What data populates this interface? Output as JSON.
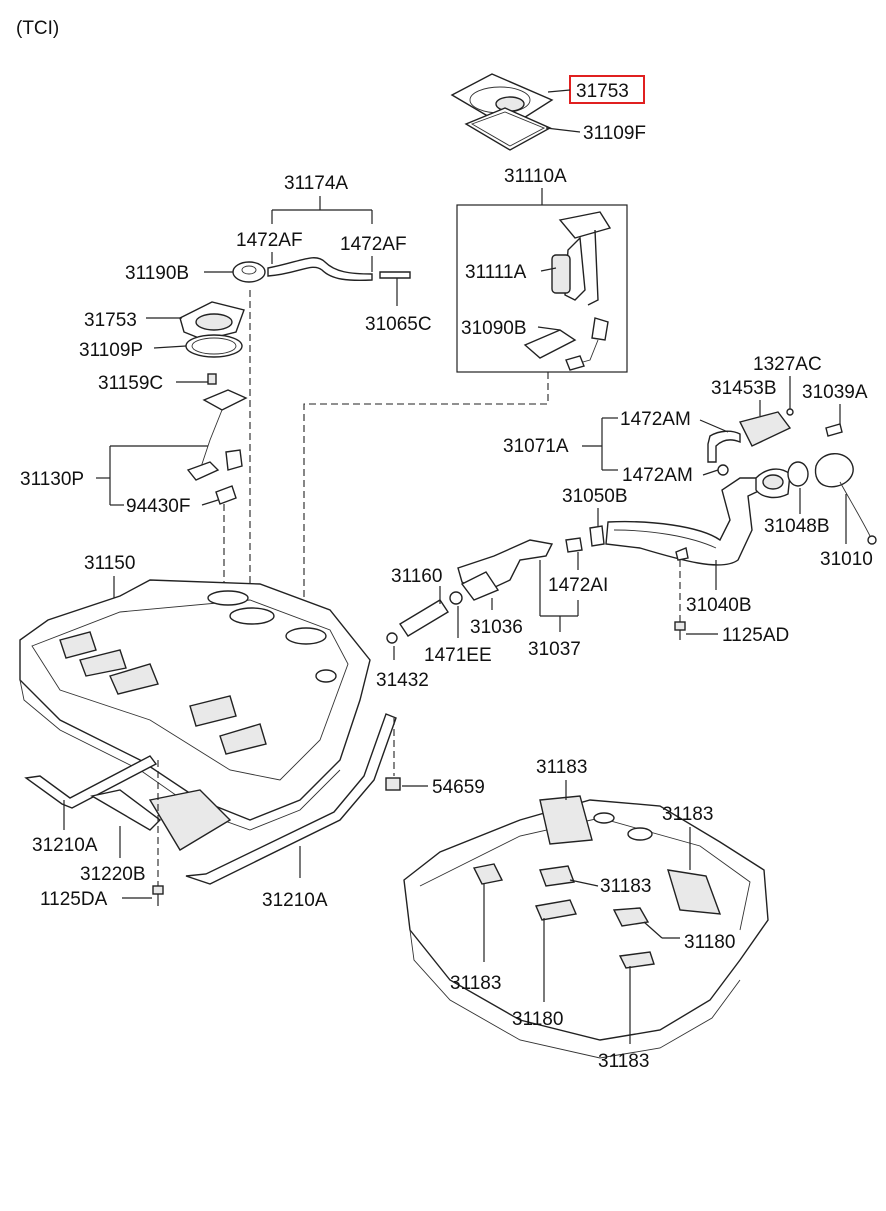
{
  "header": {
    "variant": "(TCI)"
  },
  "highlight_color": "#e02020",
  "parts": {
    "p31753_top": "31753",
    "p31109F": "31109F",
    "p31110A": "31110A",
    "p31111A": "31111A",
    "p31090B": "31090B",
    "p31174A": "31174A",
    "p1472AF_left": "1472AF",
    "p1472AF_right": "1472AF",
    "p31190B": "31190B",
    "p31065C": "31065C",
    "p31753_left": "31753",
    "p31109P": "31109P",
    "p31159C": "31159C",
    "p31130P": "31130P",
    "p94430F": "94430F",
    "p1327AC": "1327AC",
    "p31453B": "31453B",
    "p31039A": "31039A",
    "p1472AM_top": "1472AM",
    "p1472AM_bottom": "1472AM",
    "p31071A": "31071A",
    "p31050B": "31050B",
    "p31048B": "31048B",
    "p31010": "31010",
    "p31150": "31150",
    "p31160": "31160",
    "p1472AI": "1472AI",
    "p31036": "31036",
    "p31037": "31037",
    "p1471EE": "1471EE",
    "p31040B": "31040B",
    "p1125AD": "1125AD",
    "p31432": "31432",
    "p54659": "54659",
    "p31210A_left": "31210A",
    "p31220B": "31220B",
    "p1125DA": "1125DA",
    "p31210A_bottom": "31210A",
    "p31183_a": "31183",
    "p31183_b": "31183",
    "p31183_c": "31183",
    "p31183_d": "31183",
    "p31183_e": "31183",
    "p31180_right": "31180",
    "p31180_bottom": "31180"
  }
}
